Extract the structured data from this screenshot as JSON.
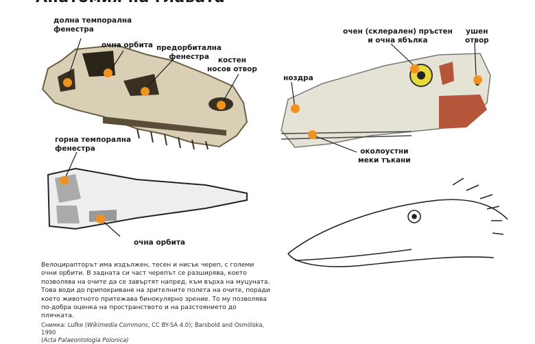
{
  "page": {
    "title": "Анатомия на главата"
  },
  "labels": {
    "lower_temporal_fenestra": [
      "долна темпорална",
      "фенестра"
    ],
    "orbit": "очна орбита",
    "antorbital_fenestra": [
      "предорбитална",
      "фенестра"
    ],
    "bony_nostril": [
      "костен",
      "носов отвор"
    ],
    "upper_temporal_fenestra": [
      "горна темпорална",
      "фенестра"
    ],
    "orbit_bottom": "очна орбита",
    "nostril": "ноздра",
    "sclerotic_ring": [
      "очен (склерален) пръстен",
      "и очна ябълка"
    ],
    "ear_opening": [
      "ушен",
      "отвор"
    ],
    "perioral_soft_tissue": [
      "околоустни",
      "меки тъкани"
    ]
  },
  "caption": {
    "text": "Велоцирапторът има издължен, тесен и нисък череп, с големи очни орбити. В задната си част черепът се разширява, което позволява на очите да се завъртят напред, към върха на муцуната. Това води до припокриване на зрителните полета на очите, поради което животното притежава бинокулярно зрение. То му позволява по-добра оценка на пространството и на разстоянието до плячката.",
    "credit_prefix": "Снимка: Lufke (",
    "credit_source": "Wikimedia Commons",
    "credit_mid": ", CC BY-SA 4.0); Barsbold and Osmólska, 1990",
    "credit_journal": "(Acta Palaeontologia Polonica)"
  },
  "colors": {
    "marker": "#f0921e",
    "bone": "#d9cfb4",
    "bone_dark": "#6b5e45",
    "soft_tissue": "#b5563a"
  }
}
